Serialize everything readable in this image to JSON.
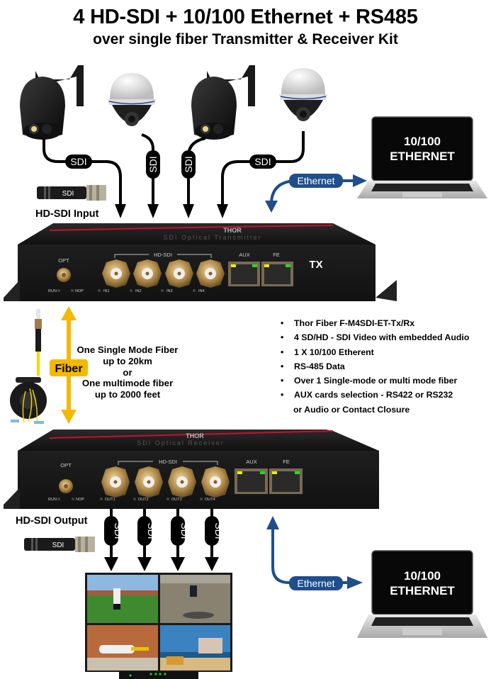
{
  "title": {
    "line1": "4 HD-SDI + 10/100 Ethernet + RS485",
    "line2": "over single fiber Transmitter & Receiver Kit"
  },
  "colors": {
    "ethernet_blue": "#1f4e8c",
    "fiber_yellow": "#f5b800",
    "device_body": "#1c1c1c",
    "accent_red": "#c8102e",
    "led_yellow": "#e8f000",
    "led_green": "#22dd22"
  },
  "cameras": [
    {
      "type": "ptz-dome",
      "cable_label": "SDI"
    },
    {
      "type": "dome",
      "cable_label": "SDI"
    },
    {
      "type": "ptz-dome",
      "cable_label": "SDI"
    },
    {
      "type": "dome",
      "cable_label": "SDI"
    }
  ],
  "input_section": {
    "label": "HD-SDI  Input",
    "connector_label": "SDI"
  },
  "output_section": {
    "label": "HD-SDI  Output",
    "connector_label": "SDI",
    "cable_labels": [
      "SDI",
      "SDI",
      "SDI",
      "SDI"
    ]
  },
  "laptops": [
    {
      "screen_line1": "10/100",
      "screen_line2": "ETHERNET",
      "link_label": "Ethernet"
    },
    {
      "screen_line1": "10/100",
      "screen_line2": "ETHERNET",
      "link_label": "Ethernet"
    }
  ],
  "transmitter": {
    "role_label": "TX",
    "brand": "THOR",
    "model_text": "SDI Optical Transmitter",
    "opt_label": "OPT",
    "run_label": "RUN",
    "nop_label": "NOP",
    "group_label": "HD-SDI",
    "ports": [
      "IN1",
      "IN2",
      "IN3",
      "IN4"
    ],
    "aux_label": "AUX",
    "fe_label": "FE"
  },
  "receiver": {
    "brand": "THOR",
    "model_text": "SDI Optical Receiver",
    "opt_label": "OPT",
    "run_label": "RUN",
    "nop_label": "NOP",
    "group_label": "HD-SDI",
    "ports": [
      "OUT1",
      "OUT2",
      "OUT3",
      "OUT4"
    ],
    "aux_label": "AUX",
    "fe_label": "FE"
  },
  "fiber": {
    "badge": "Fiber",
    "lines": [
      "One Single Mode Fiber",
      "up to 20km",
      "or",
      "One multimode fiber",
      "up to 2000 feet"
    ]
  },
  "features": [
    "Thor Fiber F-M4SDI-ET-Tx/Rx",
    "4 SD/HD - SDI Video with embedded  Audio",
    "1 X 10/100 Etherent",
    "RS-485 Data",
    "Over 1 Single-mode or multi mode fiber",
    "AUX cards selection - RS422 or RS232"
  ],
  "features_continuation": "or Audio or Contact Closure",
  "monitor": {
    "tiles": [
      "soccer-player",
      "skimboarder",
      "helicopter",
      "lifeguard-tower"
    ]
  }
}
